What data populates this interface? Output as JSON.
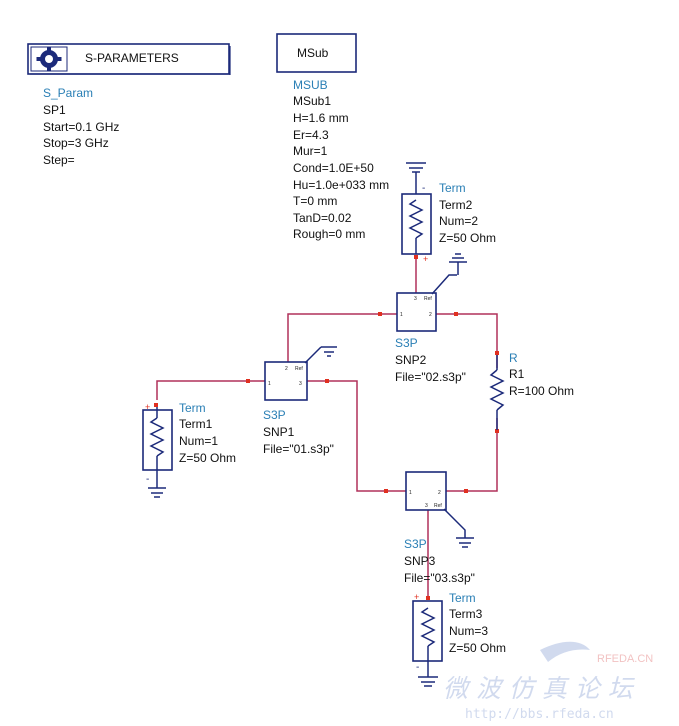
{
  "colors": {
    "wire": "#b0305a",
    "component": "#1c2a7a",
    "component_type_label": "#2a7fb5",
    "text": "#111111",
    "port_marker": "#e03020",
    "watermark": "#c9d4ec"
  },
  "sparam": {
    "header": "S-PARAMETERS",
    "icon": "gear-icon",
    "type": "S_Param",
    "instance": "SP1",
    "start": "Start=0.1 GHz",
    "stop": "Stop=3 GHz",
    "step": "Step="
  },
  "msub": {
    "box_label": "MSub",
    "type": "MSUB",
    "instance": "MSub1",
    "params": [
      "H=1.6 mm",
      "Er=4.3",
      "Mur=1",
      "Cond=1.0E+50",
      "Hu=1.0e+033 mm",
      "T=0 mm",
      "TanD=0.02",
      "Rough=0 mm"
    ]
  },
  "term1": {
    "type": "Term",
    "instance": "Term1",
    "num": "Num=1",
    "z": "Z=50 Ohm"
  },
  "term2": {
    "type": "Term",
    "instance": "Term2",
    "num": "Num=2",
    "z": "Z=50 Ohm"
  },
  "term3": {
    "type": "Term",
    "instance": "Term3",
    "num": "Num=3",
    "z": "Z=50 Ohm"
  },
  "snp1": {
    "type": "S3P",
    "instance": "SNP1",
    "file": "File=\"01.s3p\""
  },
  "snp2": {
    "type": "S3P",
    "instance": "SNP2",
    "file": "File=\"02.s3p\""
  },
  "snp3": {
    "type": "S3P",
    "instance": "SNP3",
    "file": "File=\"03.s3p\""
  },
  "r1": {
    "type": "R",
    "instance": "R1",
    "value": "R=100 Ohm"
  },
  "pins": {
    "p1": "1",
    "p2": "2",
    "p3": "3",
    "ref": "Ref"
  },
  "watermark": {
    "brand": "RFEDA.CN",
    "chinese": "微 波 仿 真 论 坛",
    "url": "http://bbs.rfeda.cn"
  }
}
